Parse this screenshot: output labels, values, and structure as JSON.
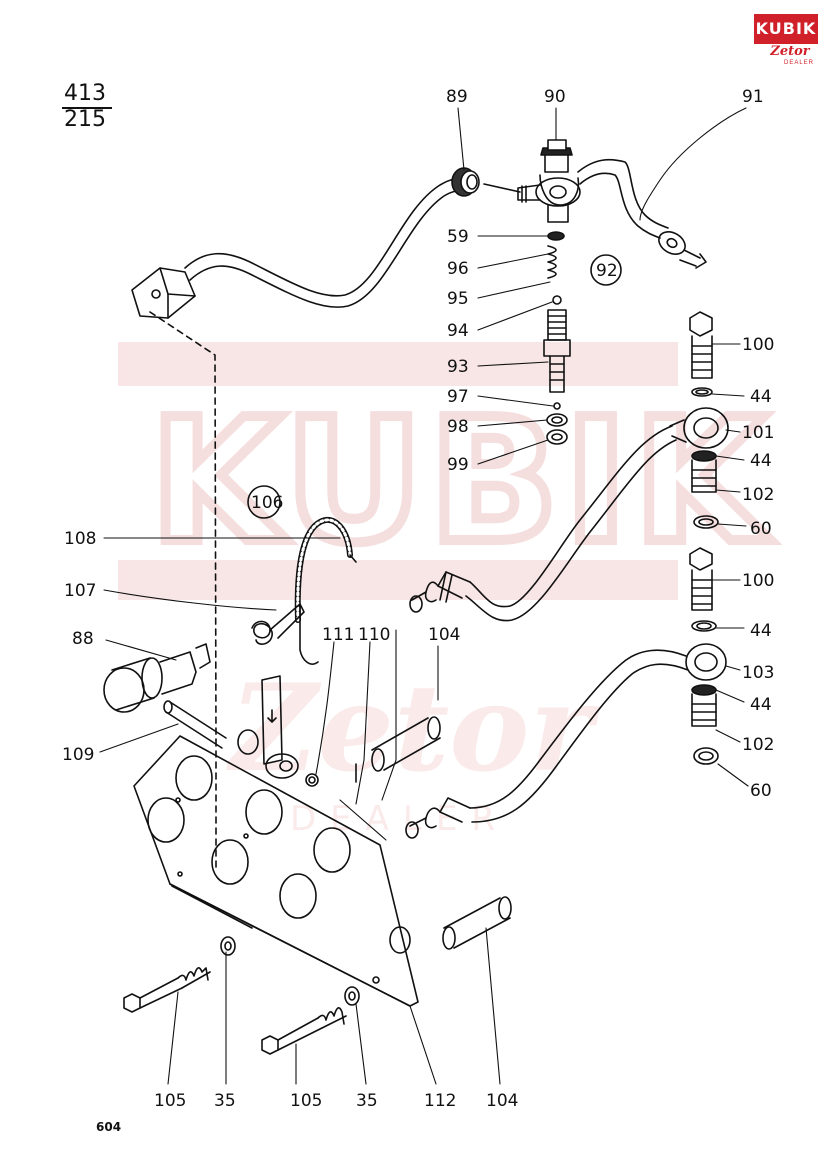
{
  "reference": {
    "top": "413",
    "bottom": "215"
  },
  "page_number": "604",
  "brand": {
    "name": "KUBIK",
    "sub": "Zetor",
    "dealer": "DEALER"
  },
  "watermark": {
    "text": "KUBIK",
    "sub": "Zetor",
    "dealer": "DEALER"
  },
  "callouts": {
    "c89": "89",
    "c90": "90",
    "c91": "91",
    "c59": "59",
    "c96": "96",
    "c92": "92",
    "c95": "95",
    "c94": "94",
    "c93": "93",
    "c97": "97",
    "c98": "98",
    "c99": "99",
    "c100a": "100",
    "c44a": "44",
    "c101": "101",
    "c44b": "44",
    "c102a": "102",
    "c60a": "60",
    "c100b": "100",
    "c44c": "44",
    "c103": "103",
    "c44d": "44",
    "c102b": "102",
    "c60b": "60",
    "c106": "106",
    "c108": "108",
    "c107": "107",
    "c88": "88",
    "c111": "111",
    "c110": "110",
    "c104a": "104",
    "c109": "109",
    "c105a": "105",
    "c35a": "35",
    "c105b": "105",
    "c35b": "35",
    "c112": "112",
    "c104b": "104"
  },
  "colors": {
    "ink": "#111111",
    "watermark": "#f4d0d0",
    "brand": "#d0202a"
  }
}
